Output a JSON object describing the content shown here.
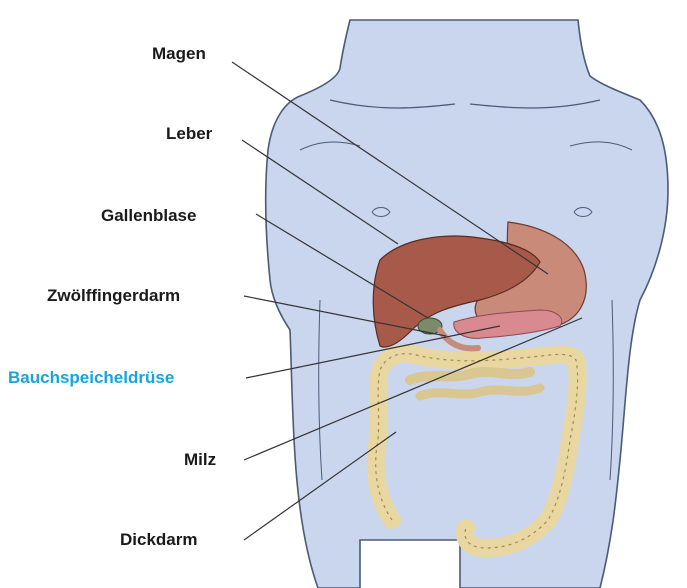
{
  "labels": {
    "magen": "Magen",
    "leber": "Leber",
    "gallenblase": "Gallenblase",
    "zwoelffingerdarm": "Zwölffingerdarm",
    "bauchspeicheldruese": "Bauchspeicheldrüse",
    "milz": "Milz",
    "dickdarm": "Dickdarm"
  },
  "colors": {
    "label_default": "#1a1a1a",
    "label_highlight": "#1aa3de",
    "body_fill": "#c9d6ee",
    "body_outline": "#4a5a78",
    "liver": "#a85a4a",
    "stomach": "#c98a7a",
    "pancreas": "#d98a90",
    "intestine": "#e8d7a0",
    "gallbladder": "#7a8a6a",
    "leader_line": "#333333"
  },
  "highlighted": "bauchspeicheldruese"
}
